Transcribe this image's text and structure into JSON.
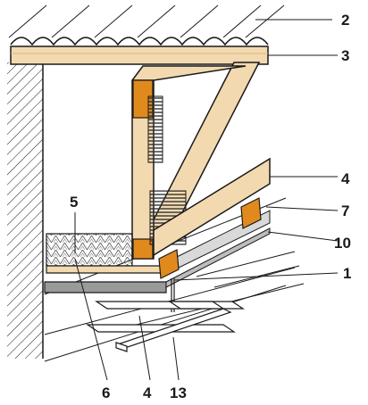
{
  "labels": {
    "l1": "1",
    "l2": "2",
    "l3": "3",
    "l4_right": "4",
    "l4_bottom": "4",
    "l5": "5",
    "l6": "6",
    "l7": "7",
    "l10": "10",
    "l13": "13"
  },
  "colors": {
    "timber": "#f3d9b0",
    "timber_dark": "#e2b97a",
    "timber_cut": "#e08a1e",
    "insulation": "#f5f1e6",
    "board": "#9a9a9a",
    "foil": "#d9d9d9",
    "stroke": "#1a1a1a"
  }
}
